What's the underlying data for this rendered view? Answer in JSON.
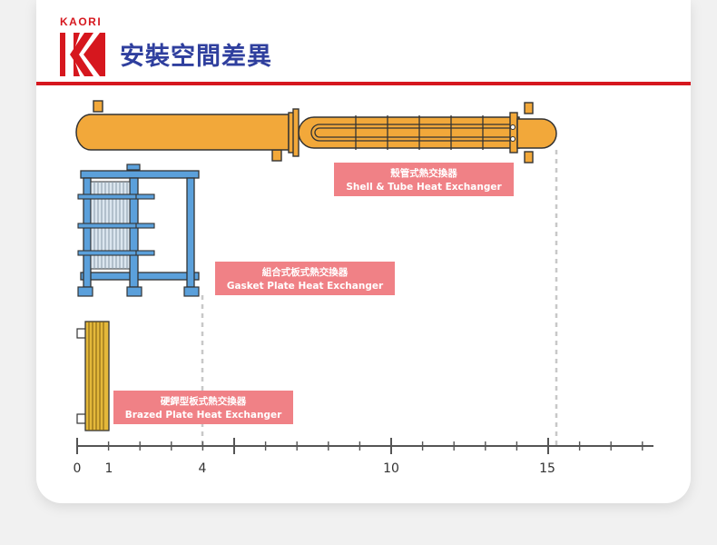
{
  "brand": {
    "logo_text": "KAORI",
    "logo_letter": "K",
    "color": "#d6171e"
  },
  "header": {
    "title": "安裝空間差異",
    "title_color": "#2f3f9e"
  },
  "exchangers": [
    {
      "name_zh": "殼管式熱交換器",
      "name_en": "Shell & Tube Heat Exchanger",
      "space_units": 15,
      "color": "#f2a83a"
    },
    {
      "name_zh": "組合式板式熱交換器",
      "name_en": "Gasket Plate Heat Exchanger",
      "space_units": 4,
      "color": "#5ba0db"
    },
    {
      "name_zh": "硬銲型板式熱交換器",
      "name_en": "Brazed Plate Heat Exchanger",
      "space_units": 1,
      "color": "#e4b83a"
    }
  ],
  "axis": {
    "labels": [
      "0",
      "1",
      "4",
      "10",
      "15"
    ],
    "max": 18.5
  },
  "colors": {
    "label_bg": "#f08186",
    "axis": "#555555",
    "guide": "#c8c8c8"
  }
}
